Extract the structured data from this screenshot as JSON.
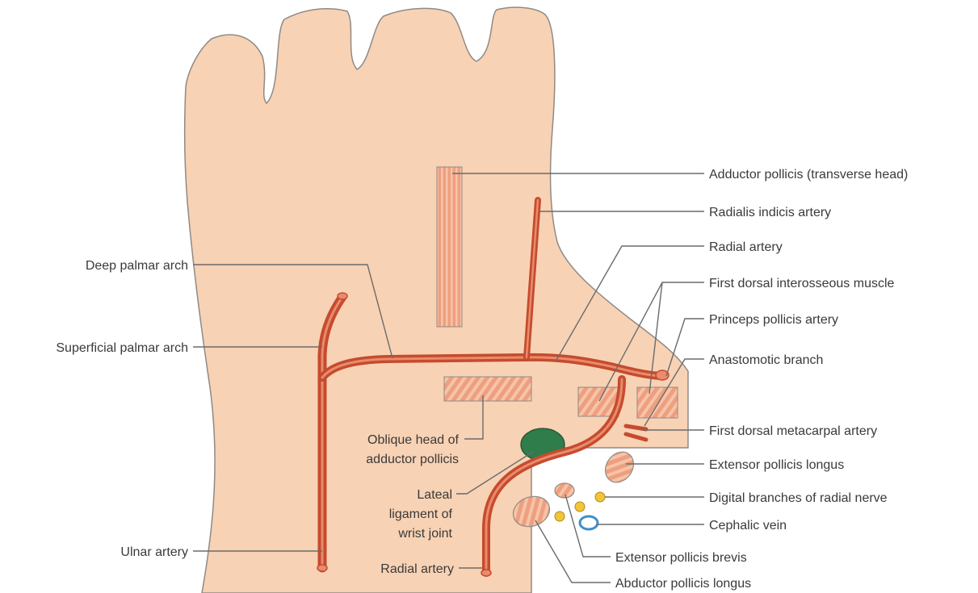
{
  "colors": {
    "skin": "#f8d2b4",
    "skin_outline": "#8f8a86",
    "artery": "#c64b2e",
    "artery_highlight": "#e98b6d",
    "muscle": "#ee9f80",
    "muscle_stripe": "#f6c4a8",
    "ligament": "#2e7d4a",
    "nerve": "#f0c53a",
    "vein": "#3e8fc9",
    "leader": "#6b6b6b",
    "text": "#3a3a3a"
  },
  "labels": {
    "adductor_transverse": "Adductor pollicis (transverse head)",
    "radialis_indicis": "Radialis indicis artery",
    "radial_artery_top": "Radial artery",
    "first_dorsal_interosseous": "First dorsal interosseous muscle",
    "princeps_pollicis": "Princeps pollicis artery",
    "anastomotic_branch": "Anastomotic branch",
    "first_dorsal_metacarpal": "First dorsal metacarpal artery",
    "extensor_pollicis_longus": "Extensor pollicis longus",
    "digital_branches": "Digital branches of radial nerve",
    "cephalic_vein": "Cephalic vein",
    "extensor_pollicis_brevis": "Extensor pollicis brevis",
    "abductor_pollicis_longus": "Abductor pollicis longus",
    "deep_palmar_arch": "Deep palmar arch",
    "superficial_palmar_arch": "Superficial palmar arch",
    "ulnar_artery": "Ulnar artery",
    "oblique_head_1": "Oblique head of",
    "oblique_head_2": "adductor pollicis",
    "lateral_ligament_1": "Lateal",
    "lateral_ligament_2": "ligament of",
    "lateral_ligament_3": "wrist joint",
    "radial_artery_bottom": "Radial artery"
  }
}
